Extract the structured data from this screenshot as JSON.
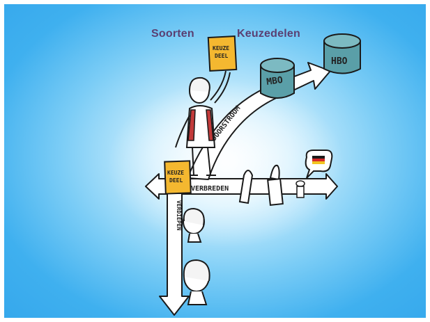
{
  "title": {
    "left": "Soorten",
    "right": "Keuzedelen"
  },
  "labels": {
    "card_top_line1": "KEUZE",
    "card_top_line2": "DEEL",
    "card_left_line1": "KEUZE",
    "card_left_line2": "DEEL",
    "doorstroom": "DOORSTROOM",
    "verbreden": "VERBREDEN",
    "verdiepen": "VERDIEPEN",
    "mbo": "MBO",
    "hbo": "HBO"
  },
  "colors": {
    "background_outer": "#36a8ec",
    "background_center": "#f4fbff",
    "title": "#5a3f72",
    "card": "#f4b830",
    "barrel": "#5a9fa8",
    "shirt_stripes": "#c23a3a"
  }
}
